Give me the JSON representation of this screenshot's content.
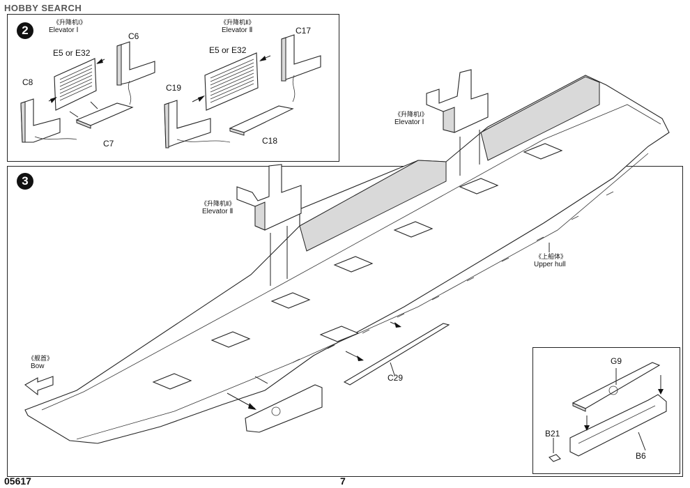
{
  "watermark": "HOBBY SEARCH",
  "footer": {
    "code": "05617",
    "page": "7"
  },
  "step2": {
    "number": "2",
    "elevator1_cn": "《升降机Ⅰ》",
    "elevator1_en": "Elevator Ⅰ",
    "elevator2_cn": "《升降机Ⅱ》",
    "elevator2_en": "Elevator Ⅱ",
    "parts": [
      "C8",
      "E5 or E32",
      "C6",
      "C7",
      "C19",
      "E5 or E32",
      "C17",
      "C18"
    ]
  },
  "step3": {
    "number": "3",
    "elevator1_cn": "《升降机Ⅰ》",
    "elevator1_en": "Elevator Ⅰ",
    "elevator2_cn": "《升降机Ⅱ》",
    "elevator2_en": "Elevator Ⅱ",
    "upper_hull_cn": "《上船体》",
    "upper_hull_en": "Upper hull",
    "bow_cn": "《舰首》",
    "bow_en": "Bow",
    "c29": "C29"
  },
  "inset": {
    "g9": "G9",
    "b21": "B21",
    "b6": "B6"
  }
}
